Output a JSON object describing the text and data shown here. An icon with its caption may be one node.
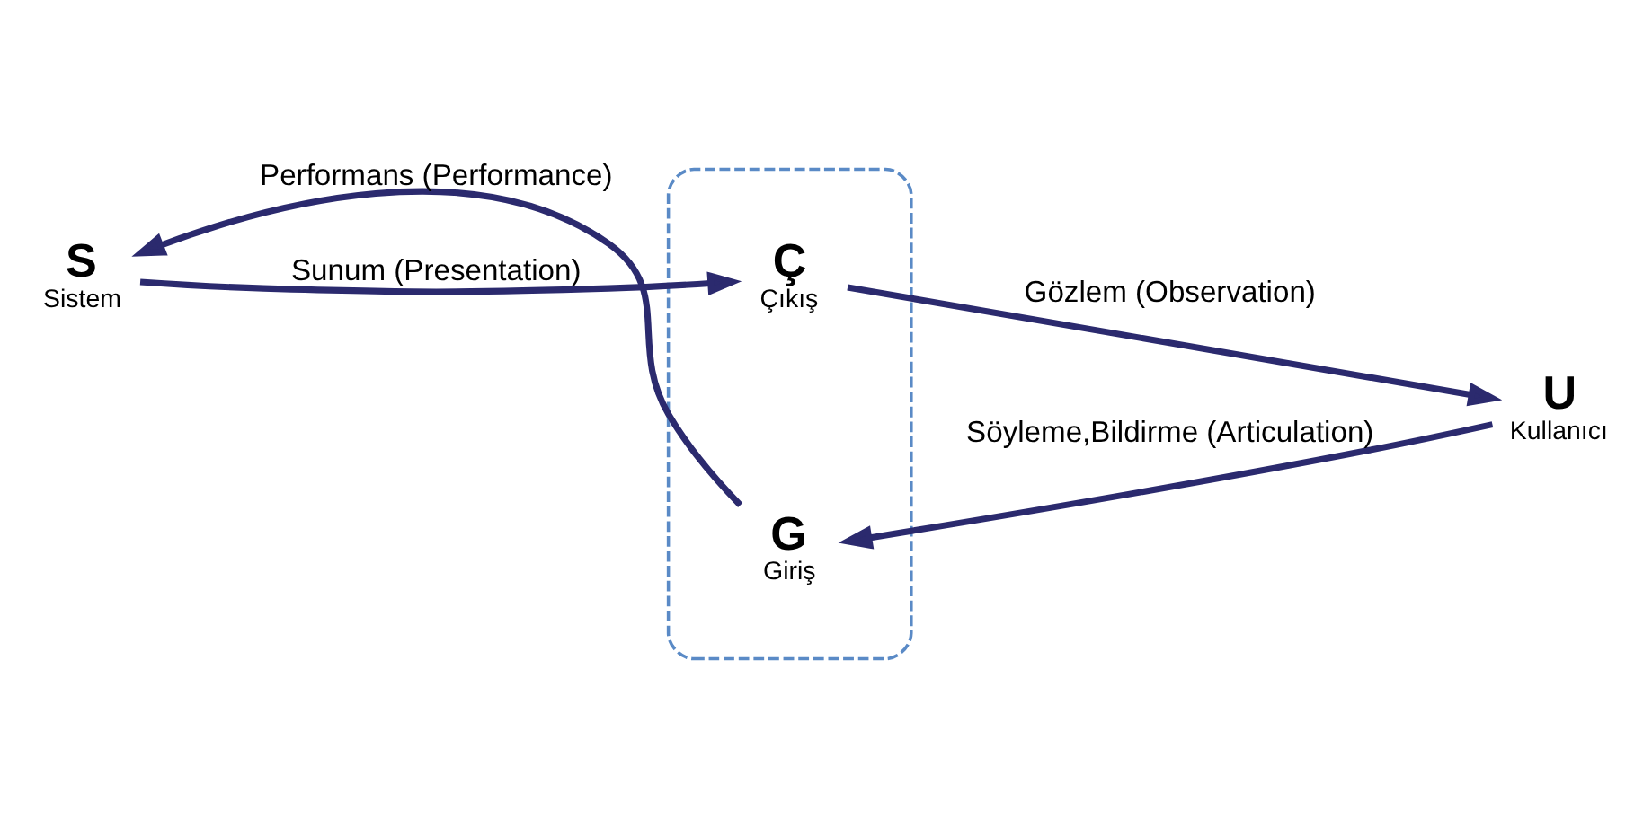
{
  "diagram": {
    "nodes": [
      {
        "text": [],
        "shape": "ellipse"
      },
      {
        "text": [
          "S",
          "Sistem"
        ]
      },
      {
        "text": [
          "Ç",
          "Çıkış"
        ],
        "in": 0
      },
      {
        "text": [
          "U",
          "Kullanıcı"
        ]
      },
      {
        "text": [
          "G",
          "Giriş"
        ],
        "in": 0
      }
    ],
    "edges": [
      {
        "from": 1,
        "to": 2,
        "arrow": "to",
        "label": "Sunum (Presentation)"
      },
      {
        "from": 2,
        "to": 3,
        "arrow": "to",
        "label": "Gözlem (Observation)"
      },
      {
        "from": 3,
        "to": 4,
        "arrow": "to",
        "label": "Söyleme,Bildirme (Articulation)"
      },
      {
        "from": 4,
        "to": 1,
        "arrow": "to",
        "label": "Performans (Performance)"
      }
    ]
  }
}
